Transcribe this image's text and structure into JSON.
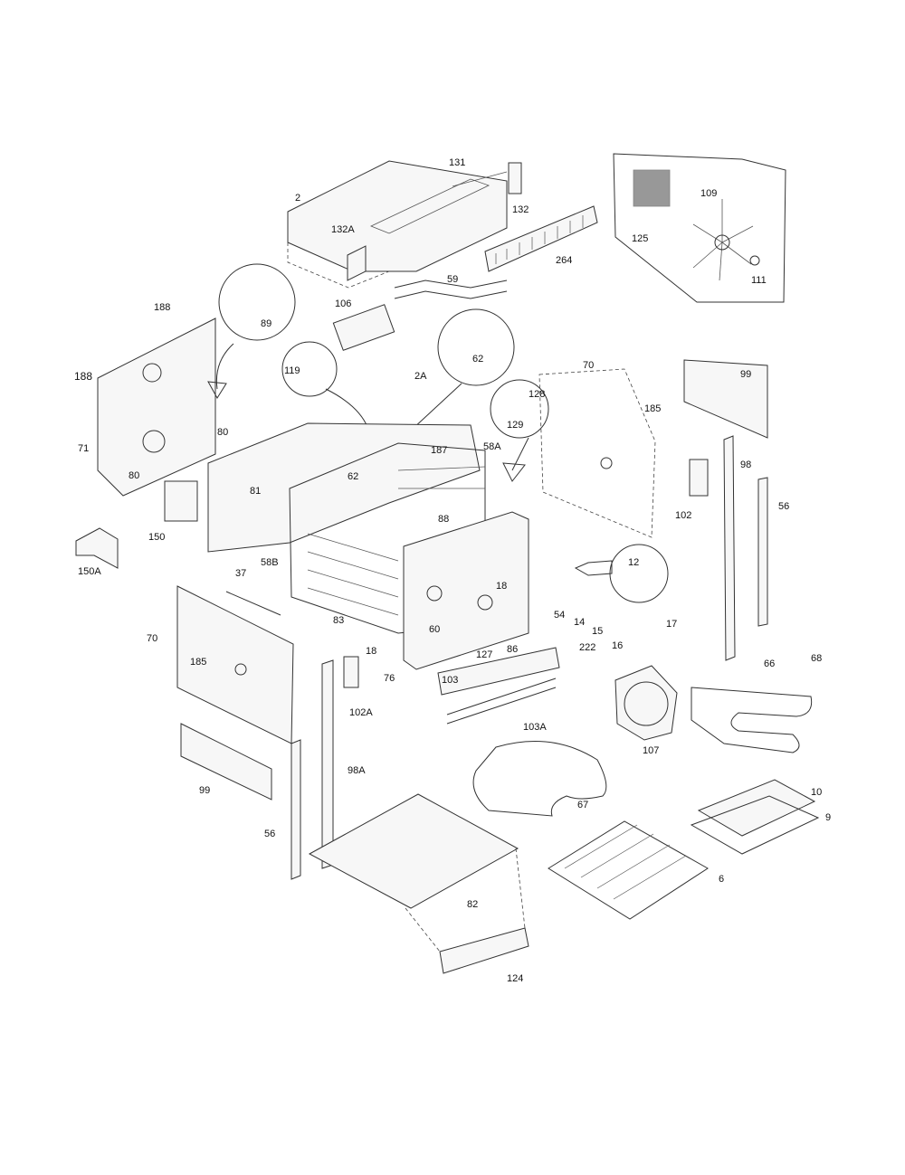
{
  "diagram": {
    "callouts": [
      "131",
      "2",
      "132",
      "132A",
      "264",
      "125",
      "109",
      "111",
      "59",
      "106",
      "188",
      "89",
      "188",
      "119",
      "62",
      "2A",
      "70",
      "128",
      "129",
      "185",
      "99",
      "80",
      "187",
      "58A",
      "71",
      "80",
      "62",
      "81",
      "88",
      "102",
      "98",
      "56",
      "150",
      "150A",
      "58B",
      "12",
      "37",
      "70",
      "54",
      "14",
      "18",
      "15",
      "17",
      "83",
      "60",
      "127",
      "86",
      "222",
      "16",
      "66",
      "68",
      "185",
      "18",
      "76",
      "103",
      "102A",
      "103A",
      "107",
      "99",
      "98A",
      "67",
      "10",
      "9",
      "56",
      "6",
      "82",
      "124"
    ]
  }
}
